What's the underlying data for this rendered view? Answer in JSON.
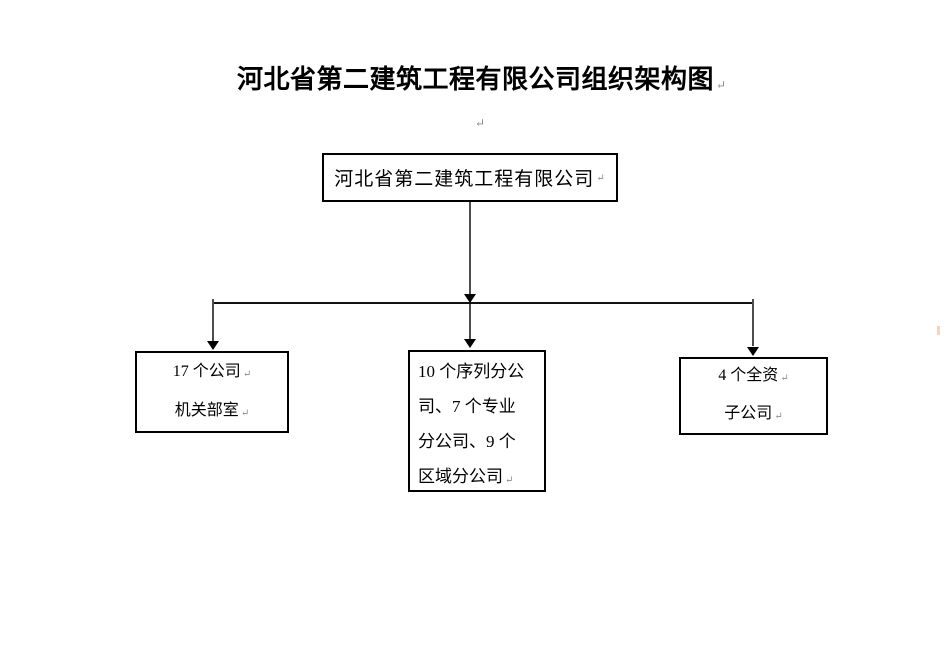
{
  "title": {
    "text": "河北省第二建筑工程有限公司组织架构图"
  },
  "marks": {
    "return_symbol": "↵"
  },
  "org_chart": {
    "root": {
      "label": "河北省第二建筑工程有限公司"
    },
    "children": [
      {
        "lines": [
          "17 个公司",
          "机关部室"
        ]
      },
      {
        "lines": [
          "10 个序列分公",
          "司、7 个专业",
          "分公司、9 个",
          "区域分公司"
        ]
      },
      {
        "lines": [
          "4 个全资",
          "子公司"
        ]
      }
    ]
  },
  "colors": {
    "background": "#ffffff",
    "text": "#000000",
    "box_border": "#000000",
    "connector_shaft": "#4d4d4d",
    "connector_line": "#111111",
    "arrowhead": "#000000",
    "format_mark": "#8c8c8c",
    "edge_artifact": "#f6cabd"
  }
}
